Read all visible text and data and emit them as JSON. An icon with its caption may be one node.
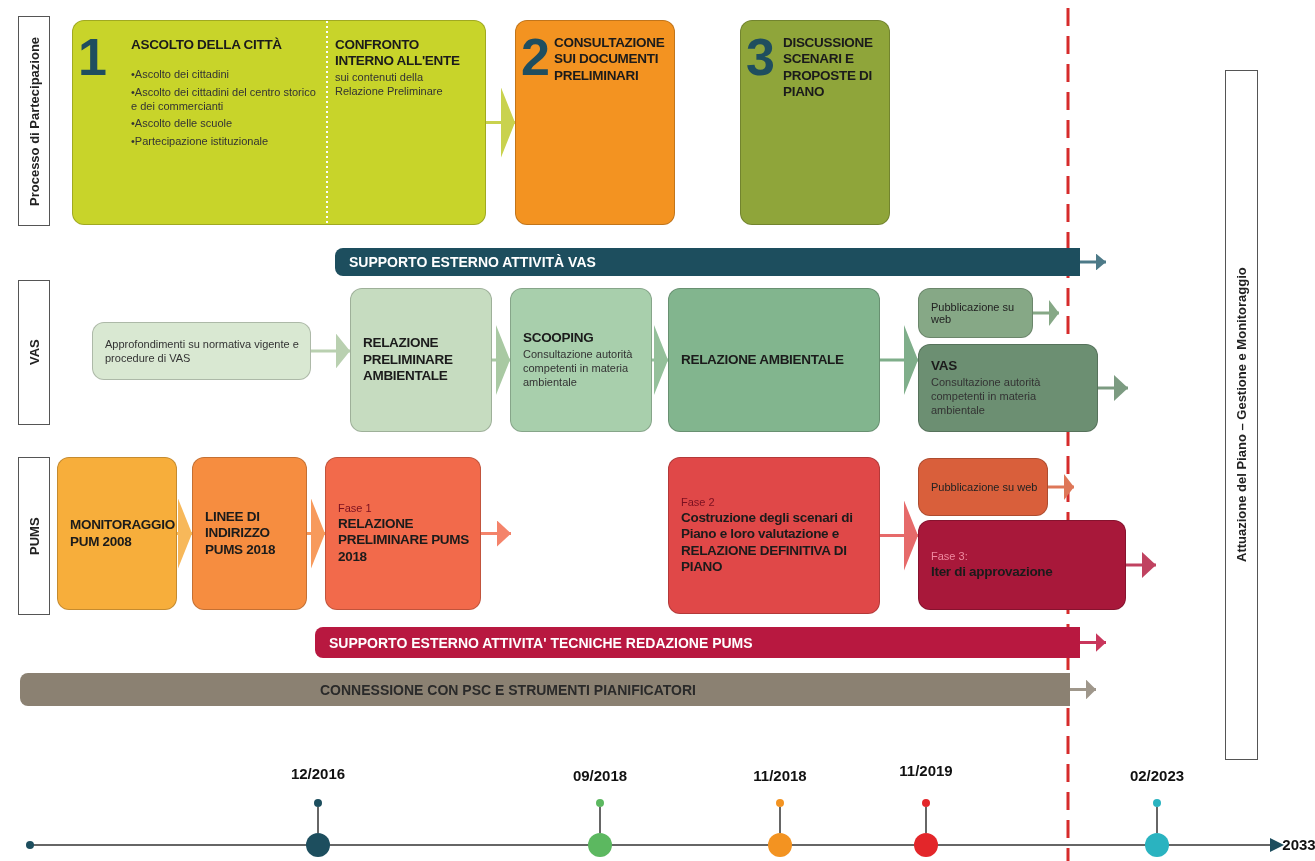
{
  "diagram": {
    "nodes": [
      {
        "text": [
          "Processo di Partecipazione"
        ]
      },
      {
        "text": [
          "1",
          "ASCOLTO DELLA CITTÀ",
          "•Ascolto dei cittadini",
          "•Ascolto dei cittadini del centro storico e dei commercianti",
          "•Ascolto delle scuole",
          "•Partecipazione istituzionale",
          "CONFRONTO INTERNO ALL'ENTE",
          "sui contenuti della Relazione Preliminare"
        ]
      },
      {
        "text": [
          "2",
          "CONSULTAZIONE SUI DOCUMENTI PRELIMINARI"
        ]
      },
      {
        "text": [
          "3",
          "DISCUSSIONE SCENARI E PROPOSTE DI PIANO"
        ]
      },
      {
        "text": [
          "SUPPORTO ESTERNO ATTIVITÀ VAS"
        ]
      },
      {
        "text": [
          "VAS"
        ]
      },
      {
        "text": [
          "Approfondimenti su normativa vigente e procedure di VAS"
        ]
      },
      {
        "text": [
          "RELAZIONE PRELIMINARE AMBIENTALE"
        ]
      },
      {
        "text": [
          "SCOOPING",
          "Consultazione autorità competenti in materia ambientale"
        ]
      },
      {
        "text": [
          "RELAZIONE AMBIENTALE"
        ]
      },
      {
        "text": [
          "Pubblicazione su web"
        ]
      },
      {
        "text": [
          "VAS",
          "Consultazione autorità competenti in materia ambientale"
        ]
      },
      {
        "text": [
          "PUMS"
        ]
      },
      {
        "text": [
          "MONITORAGGIO PUM 2008"
        ]
      },
      {
        "text": [
          "LINEE DI INDIRIZZO PUMS 2018"
        ]
      },
      {
        "text": [
          "Fase 1",
          "RELAZIONE PRELIMINARE PUMS 2018"
        ]
      },
      {
        "text": [
          "Fase 2",
          "Costruzione degli scenari di Piano e loro valutazione e RELAZIONE DEFINITIVA DI PIANO"
        ]
      },
      {
        "text": [
          "Pubblicazione su web"
        ]
      },
      {
        "text": [
          "Fase 3:",
          "Iter di approvazione"
        ]
      },
      {
        "text": [
          "SUPPORTO ESTERNO ATTIVITA' TECNICHE REDAZIONE PUMS"
        ]
      },
      {
        "text": [
          "CONNESSIONE CON PSC E STRUMENTI PIANIFICATORI"
        ]
      },
      {
        "text": [
          "Attuazione del Piano – Gestione e Monitoraggio"
        ]
      }
    ],
    "edges": [
      {
        "from": 1,
        "to": 2,
        "arrow": "to",
        "color": "#c9d24e"
      },
      {
        "from": 4,
        "to": null,
        "arrow": "to",
        "color": "#4d7a88"
      },
      {
        "from": 6,
        "to": 7,
        "arrow": "to",
        "color": "#b9d0b0"
      },
      {
        "from": 7,
        "to": 8,
        "arrow": "to",
        "color": "#a9c9a3"
      },
      {
        "from": 8,
        "to": 9,
        "arrow": "to",
        "color": "#94c09a"
      },
      {
        "from": 9,
        "to": 11,
        "arrow": "to",
        "color": "#7fae8a"
      },
      {
        "from": 10,
        "to": null,
        "arrow": "to",
        "color": "#86a886"
      },
      {
        "from": 11,
        "to": null,
        "arrow": "to",
        "color": "#7c9b81"
      },
      {
        "from": 13,
        "to": 14,
        "arrow": "to",
        "color": "#f7b85a"
      },
      {
        "from": 14,
        "to": 15,
        "arrow": "to",
        "color": "#f79a5c"
      },
      {
        "from": 15,
        "to": null,
        "arrow": "to",
        "color": "#f4836a"
      },
      {
        "from": 16,
        "to": 18,
        "arrow": "to",
        "color": "#e66a6a"
      },
      {
        "from": 17,
        "to": null,
        "arrow": "to",
        "color": "#de7758"
      },
      {
        "from": 18,
        "to": null,
        "arrow": "to",
        "color": "#c04260"
      },
      {
        "from": 19,
        "to": null,
        "arrow": "to",
        "color": "#c9365c"
      },
      {
        "from": 20,
        "to": null,
        "arrow": "to",
        "color": "#9f978b"
      }
    ],
    "labels": [
      "12/2016",
      "09/2018",
      "11/2018",
      "11/2019",
      "02/2023",
      "2033"
    ]
  }
}
